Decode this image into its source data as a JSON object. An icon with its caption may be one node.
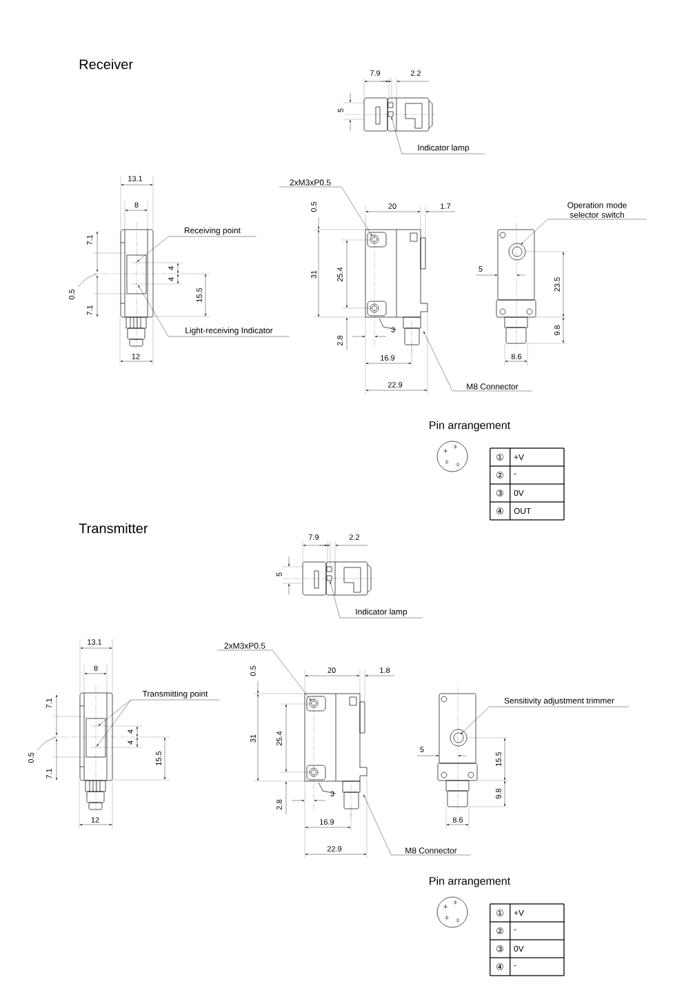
{
  "diagram": {
    "nodes": [
      {
        "text": [
          "Indicator lamp"
        ]
      },
      {
        "text": [
          "2xM3xP0.5"
        ]
      },
      {
        "text": [
          "Operation mode selector switch"
        ]
      },
      {
        "text": [
          "Receiving point"
        ]
      },
      {
        "text": [
          "Light-receiving Indicator"
        ]
      },
      {
        "text": [
          "M8 Connector"
        ]
      },
      {
        "text": [
          "Indicator lamp"
        ]
      },
      {
        "text": [
          "2xM3xP0.5"
        ]
      },
      {
        "text": [
          "Transmitting point"
        ]
      },
      {
        "text": [
          "Sensitivity adjustment trimmer"
        ]
      },
      {
        "text": [
          "M8 Connector"
        ]
      },
      {
        "text": [],
        "shape": "box"
      },
      {
        "text": [],
        "shape": "box"
      }
    ],
    "edges": [
      {
        "from": 0,
        "to": 11,
        "arrow": "to"
      },
      {
        "from": 1,
        "to": null,
        "arrow": "to"
      },
      {
        "from": 2,
        "to": null,
        "arrow": "to"
      },
      {
        "from": 3,
        "to": null,
        "arrow": "to"
      },
      {
        "from": 4,
        "to": null,
        "arrow": "to"
      },
      {
        "from": 5,
        "to": null,
        "arrow": "to"
      },
      {
        "from": 6,
        "to": 12,
        "arrow": "to"
      },
      {
        "from": 7,
        "to": null,
        "arrow": "to"
      },
      {
        "from": 8,
        "to": null,
        "arrow": "to"
      },
      {
        "from": 8,
        "to": null,
        "arrow": "to"
      },
      {
        "from": 9,
        "to": null,
        "arrow": "to"
      },
      {
        "from": 10,
        "to": null,
        "arrow": "to"
      }
    ],
    "labels": [
      "Receiver",
      "7.9",
      "2.2",
      "5",
      "13.1",
      "8",
      "7.1",
      "0.5",
      "7.1",
      "4",
      "4",
      "15.5",
      "12",
      "0.5",
      "20",
      "1.7",
      "31",
      "25.4",
      "2.8",
      "3",
      "16.9",
      "22.9",
      "5",
      "23.5",
      "9.8",
      "8.6",
      "Pin arrangement",
      "③",
      "④",
      "②",
      "①",
      "①",
      "+V",
      "②",
      "-",
      "③",
      "0V",
      "④",
      "OUT",
      "Transmitter",
      "7.9",
      "2.2",
      "5",
      "13.1",
      "8",
      "7.1",
      "0.5",
      "7.1",
      "4",
      "4",
      "15.5",
      "12",
      "0.5",
      "20",
      "1.8",
      "31",
      "25.4",
      "2.8",
      "3",
      "16.9",
      "22.9",
      "5",
      "15.5",
      "9.8",
      "8.6",
      "Pin arrangement",
      "③",
      "④",
      "②",
      "①",
      "①",
      "+V",
      "②",
      "-",
      "③",
      "0V",
      "④",
      "-"
    ]
  }
}
